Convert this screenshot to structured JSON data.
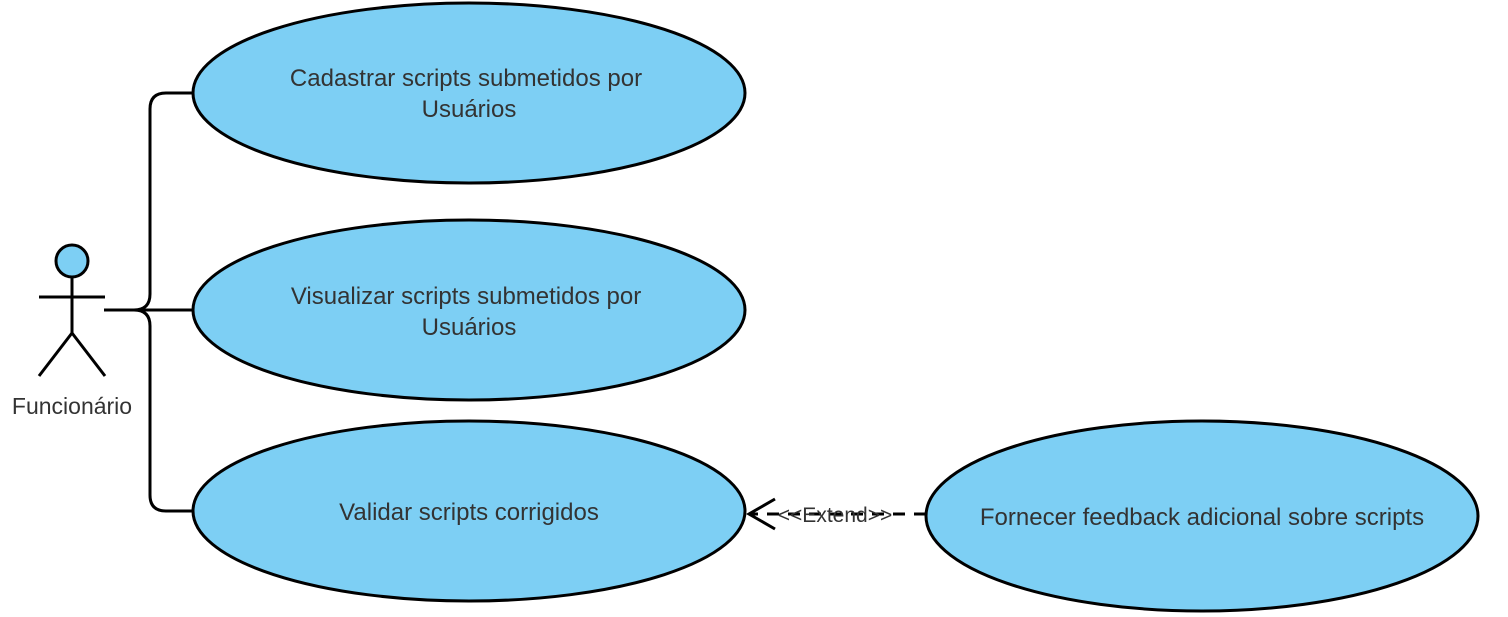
{
  "colors": {
    "fill": "#7dcff4",
    "stroke": "#000000",
    "text": "#333333"
  },
  "actor": {
    "name": "Funcionário",
    "icon": "stick-figure-actor-icon"
  },
  "use_cases": [
    {
      "line1": "Cadastrar scripts submetidos por",
      "line2": "Usuários"
    },
    {
      "line1": "Visualizar scripts submetidos por",
      "line2": "Usuários"
    },
    {
      "line1": "Validar scripts corrigidos"
    },
    {
      "line1": "Fornecer feedback adicional sobre scripts"
    }
  ],
  "relationships": {
    "extend_label": "<<Extend>>"
  }
}
